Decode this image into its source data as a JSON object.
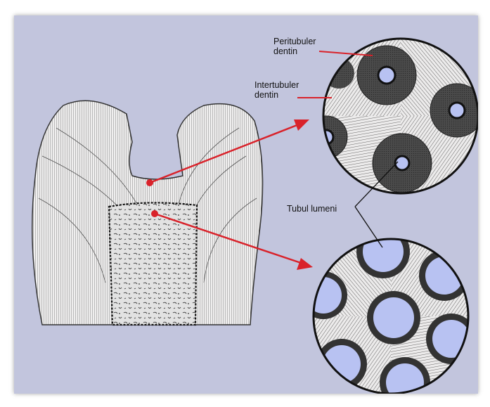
{
  "labels": {
    "peritubuler_line1": "Peritubuler",
    "peritubuler_line2": "dentin",
    "intertubuler_line1": "Intertubuler",
    "intertubuler_line2": "dentin",
    "tubul_lumeni": "Tubul lumeni"
  },
  "colors": {
    "background": "#c2c5dd",
    "pointer": "#d9222a",
    "dentin_fill": "#e8e6e6",
    "peritubular_ring": "#3f3f3f",
    "lumen": "#b8c2f2"
  }
}
